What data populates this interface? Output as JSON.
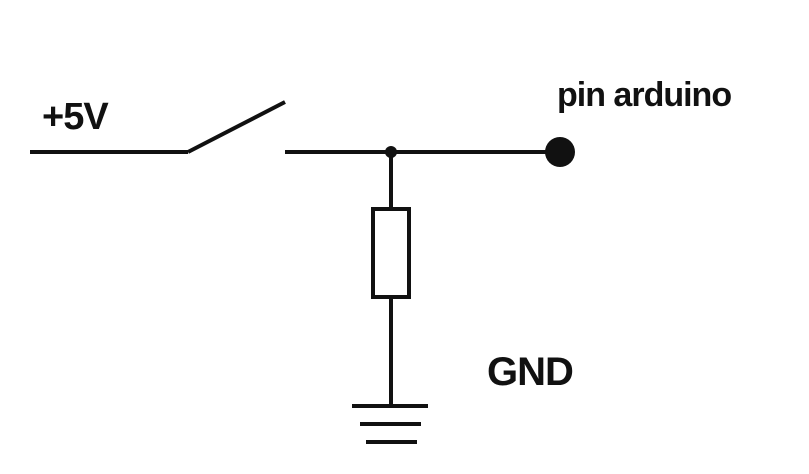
{
  "labels": {
    "supply": "+5V",
    "pin": "pin arduino",
    "ground": "GND"
  },
  "colors": {
    "wire": "#111111",
    "background": "#ffffff"
  },
  "components": [
    "switch",
    "resistor",
    "ground-symbol",
    "junction-dot",
    "pin-terminal"
  ]
}
